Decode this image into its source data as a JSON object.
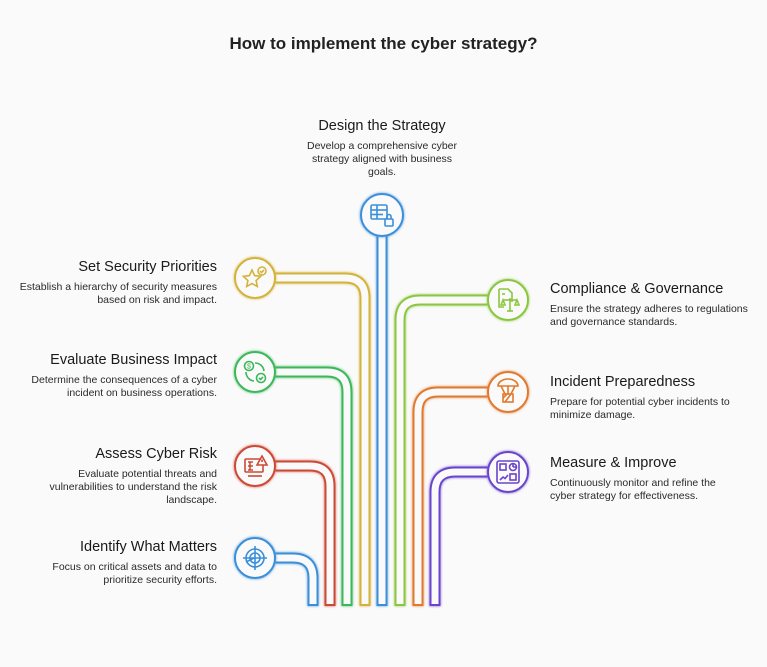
{
  "title": "How to implement the cyber strategy?",
  "steps": {
    "design": {
      "title": "Design the Strategy",
      "description": "Develop a comprehensive cyber strategy aligned with business goals.",
      "icon": "table-lock-icon",
      "color": "#3b8fd9"
    },
    "priorities": {
      "title": "Set Security Priorities",
      "description": "Establish a hierarchy of security measures based on risk and impact.",
      "icon": "star-check-icon",
      "color": "#d4b33a"
    },
    "impact": {
      "title": "Evaluate Business Impact",
      "description": "Determine the consequences of a cyber incident on business operations.",
      "icon": "dollar-cycle-check-icon",
      "color": "#3bb85a"
    },
    "risk": {
      "title": "Assess Cyber Risk",
      "description": "Evaluate potential threats and vulnerabilities to understand the risk landscape.",
      "icon": "monitor-warning-icon",
      "color": "#cc4a35"
    },
    "identify": {
      "title": "Identify What Matters",
      "description": "Focus on critical assets and data to prioritize security efforts.",
      "icon": "target-icon",
      "color": "#3b8fd9"
    },
    "compliance": {
      "title": "Compliance & Governance",
      "description": "Ensure the strategy adheres to regulations and governance standards.",
      "icon": "document-scales-icon",
      "color": "#8cc63f"
    },
    "incident": {
      "title": "Incident Preparedness",
      "description": "Prepare for potential cyber incidents to minimize damage.",
      "icon": "parachute-box-icon",
      "color": "#e07a2e"
    },
    "measure": {
      "title": "Measure & Improve",
      "description": "Continuously monitor and refine the cyber strategy for effectiveness.",
      "icon": "dashboard-chart-icon",
      "color": "#6a45cc"
    }
  }
}
